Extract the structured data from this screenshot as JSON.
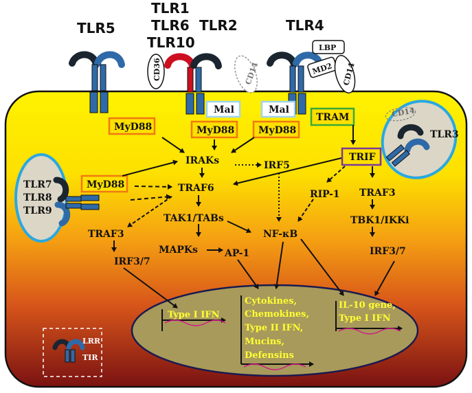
{
  "receptors": {
    "tlr5": "TLR5",
    "tlr1": "TLR1",
    "tlr6": "TLR6",
    "tlr10": "TLR10",
    "tlr2": "TLR2",
    "tlr4": "TLR4",
    "tlr3": "TLR3",
    "tlr7": "TLR7",
    "tlr8": "TLR8",
    "tlr9": "TLR9"
  },
  "coreceptors": {
    "cd36": "CD36",
    "cd14_a": "CD14",
    "lbp": "LBP",
    "md2": "MD2",
    "cd14_b": "CD14",
    "cd14_c": "CD14"
  },
  "adaptors": {
    "myd88_a": "MyD88",
    "mal_a": "Mal",
    "myd88_b": "MyD88",
    "mal_b": "Mal",
    "myd88_c": "MyD88",
    "tram": "TRAM",
    "trif": "TRIF",
    "myd88_d": "MyD88"
  },
  "nodes": {
    "iraks": "IRAKs",
    "irf5": "IRF5",
    "traf6": "TRAF6",
    "rip1": "RIP-1",
    "traf3_right": "TRAF3",
    "tak1": "TAK1/TABs",
    "tbk1": "TBK1/IKKi",
    "traf3_left": "TRAF3",
    "nfkb": "NF-κB",
    "mapks": "MAPKs",
    "ap1": "AP-1",
    "irf37_left": "IRF3/7",
    "irf37_right": "IRF3/7"
  },
  "nucleus": {
    "type1_ifn": "Type I IFN",
    "mid": [
      "Cytokines,",
      "Chemokines,",
      "Type II IFN,",
      "Mucins,",
      "Defensins"
    ],
    "right": [
      "IL-10 gene,",
      "Type I IFN"
    ]
  },
  "legend": {
    "lrr": "LRR",
    "tir": "TIR"
  },
  "colors": {
    "cell_top": "#fff200",
    "cell_mid": "#f29a10",
    "cell_bottom": "#7a1212",
    "nucleus": "#a89a5a",
    "receptor_blue": "#2f6aa8",
    "receptor_dark": "#1a2530",
    "tlr1_red": "#cc1020",
    "myd88_border": "#f07a10",
    "mal_border": "#9fd3f0",
    "tram_border": "#3aaa3a",
    "trif_border": "#7a3a9a",
    "endosome_border": "#2aa8e0",
    "yellow_text": "#ffff33"
  }
}
